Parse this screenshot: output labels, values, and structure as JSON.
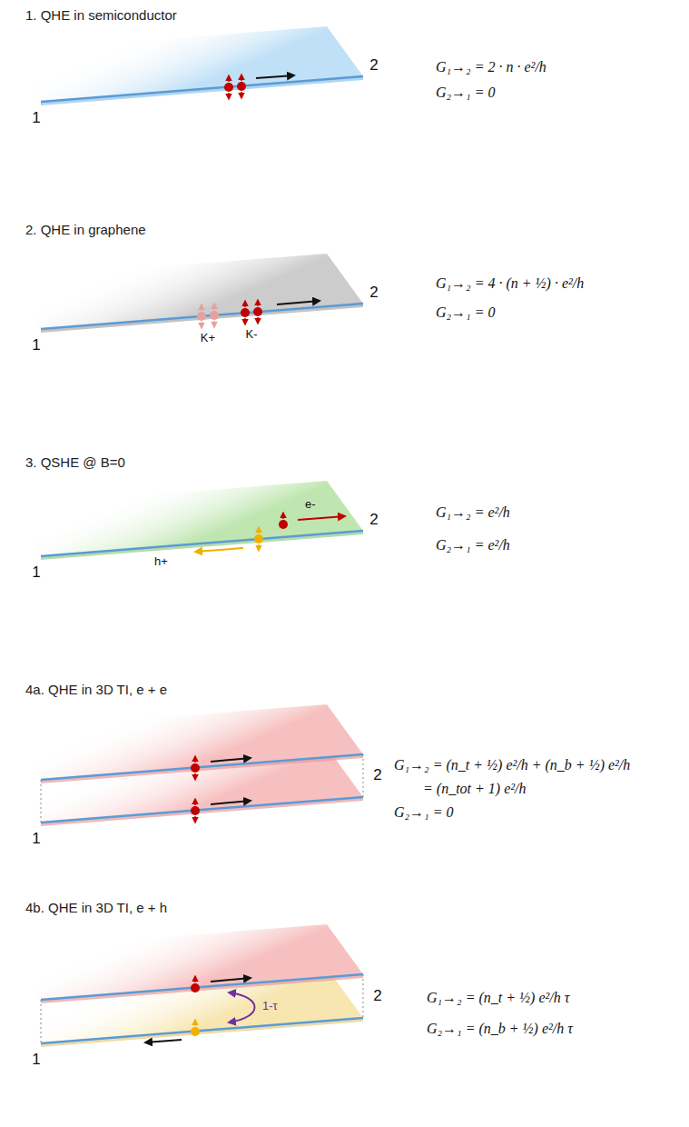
{
  "diagram": {
    "labels": [
      "1. QHE in semiconductor",
      "1",
      "2",
      "G₁→₂ = 2 · n · e²/h",
      "G₂→₁ = 0",
      "2. QHE in graphene",
      "K+",
      "K-",
      "1",
      "2",
      "G₁→₂ = 4 · (n + ½) · e²/h",
      "G₂→₁ = 0",
      "3. QSHE @ B=0",
      "e-",
      "h+",
      "1",
      "2",
      "G₁→₂ = e²/h",
      "G₂→₁ = e²/h",
      "4a. QHE in 3D TI, e + e",
      "1",
      "2",
      "G₁→₂ = (n_t + ½) e²/h + (n_b + ½) e²/h",
      "= (n_tot + 1) e²/h",
      "G₂→₁ = 0",
      "4b. QHE in 3D TI, e + h",
      "1-τ",
      "1",
      "2",
      "G₁→₂ = (n_t + ½) e²/h τ",
      "G₂→₁ = (n_b + ½) e²/h τ"
    ]
  }
}
